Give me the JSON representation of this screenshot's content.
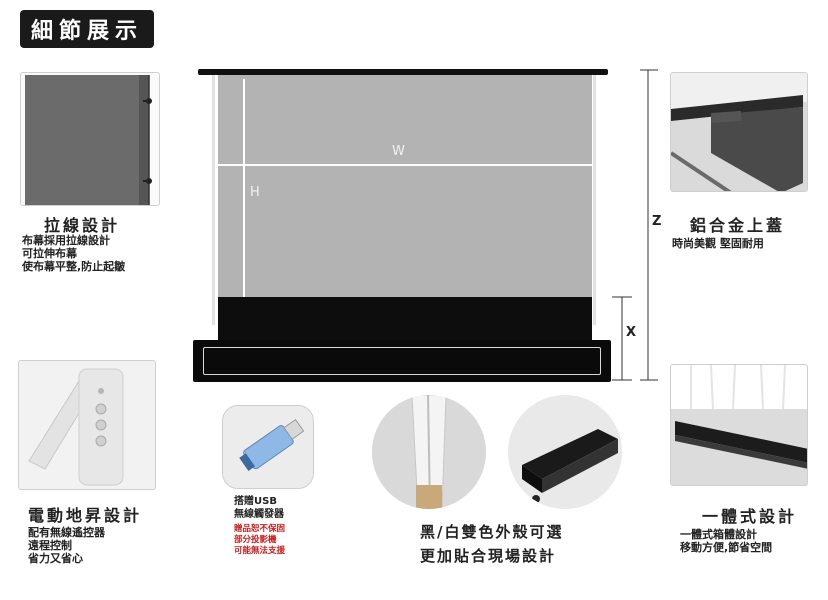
{
  "title": "細節展示",
  "dimensions": {
    "w": "W",
    "h": "H",
    "z": "Z",
    "x": "X"
  },
  "features": {
    "pull_cord": {
      "heading": "拉線設計",
      "lines": [
        "布幕採用拉線設計",
        "可拉伸布幕",
        "使布幕平整,防止起皺"
      ]
    },
    "aluminum_cover": {
      "heading": "鋁合金上蓋",
      "lines": [
        "時尚美觀 堅固耐用"
      ]
    },
    "electric_lift": {
      "heading": "電動地昇設計",
      "lines": [
        "配有無線遙控器",
        "遠程控制",
        "省力又省心"
      ]
    },
    "usb_trigger": {
      "lines": [
        "搭贈USB",
        "無線觸發器"
      ],
      "notes": [
        "贈品恕不保固",
        "部分投影機",
        "可能無法支援"
      ]
    },
    "housing_color": {
      "lines": [
        "黑/白雙色外殼可選",
        "更加貼合現場設計"
      ]
    },
    "one_piece": {
      "heading": "一體式設計",
      "lines": [
        "一體式箱體設計",
        "移動方便,節省空間"
      ]
    }
  },
  "colors": {
    "dark": "#111111",
    "screen": "#b3b3b3",
    "accent_red": "#c81e1e"
  }
}
